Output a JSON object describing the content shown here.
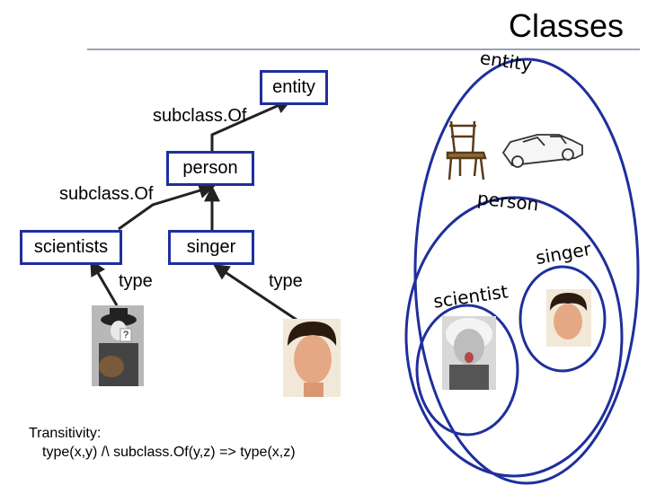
{
  "title": "Classes",
  "hierarchy": {
    "classes": {
      "entity": "entity",
      "person": "person",
      "scientists": "scientists",
      "singer": "singer"
    },
    "edges": {
      "subclass_person_entity": "subclass.Of",
      "subclass_scientists_person": "subclass.Of",
      "type_left": "type",
      "type_right": "type"
    },
    "unknown_mark": "?"
  },
  "venn": {
    "entity": "entity",
    "person": "person",
    "singer": "singer",
    "scientist": "scientist"
  },
  "note": {
    "line1": "Transitivity:",
    "line2": "type(x,y) /\\ subclass.Of(y,z) => type(x,z)"
  },
  "colors": {
    "box_border": "#1f2f9c",
    "circle": "#1f2f9c",
    "arrow": "#222222"
  },
  "icons": [
    "chair-icon",
    "car-icon",
    "guitarist-portrait",
    "elvis-portrait",
    "einstein-portrait"
  ]
}
